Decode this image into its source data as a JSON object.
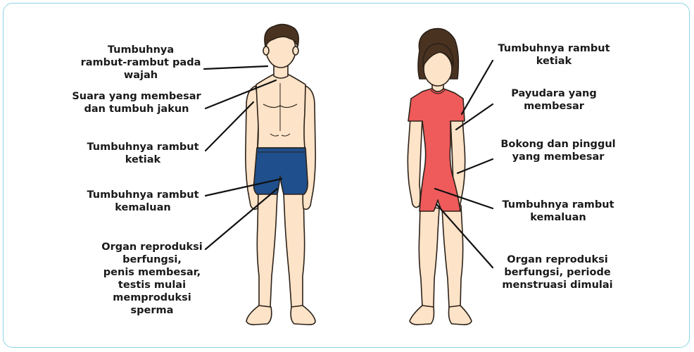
{
  "male_labels": [
    {
      "id": "facial-hair",
      "text": "Tumbuhnya\nrambut-rambut pada\nwajah"
    },
    {
      "id": "voice",
      "text": "Suara yang membesar\ndan tumbuh jakun"
    },
    {
      "id": "armpit",
      "text": "Tumbuhnya rambut\nketiak"
    },
    {
      "id": "pubic",
      "text": "Tumbuhnya rambut\nkemaluan"
    },
    {
      "id": "reproductive",
      "text": "Organ reproduksi\nberfungsi,\npenis membesar,\ntestis mulai\nmemproduksi sperma"
    }
  ],
  "female_labels": [
    {
      "id": "armpit",
      "text": "Tumbuhnya rambut\nketiak"
    },
    {
      "id": "breasts",
      "text": "Payudara yang\nmembesar"
    },
    {
      "id": "hips",
      "text": "Bokong dan pinggul\nyang membesar"
    },
    {
      "id": "pubic",
      "text": "Tumbuhnya rambut\nkemaluan"
    },
    {
      "id": "reproductive",
      "text": "Organ reproduksi\nberfungsi, periode\nmenstruasi dimulai"
    }
  ],
  "colors": {
    "frame": "#8fd4e6",
    "skin": "#fde3c8",
    "skin_shade": "#f3c9a3",
    "outline": "#2b2118",
    "hair": "#4a3221",
    "shorts": "#1f4f8c",
    "dress": "#ef5a5a"
  }
}
